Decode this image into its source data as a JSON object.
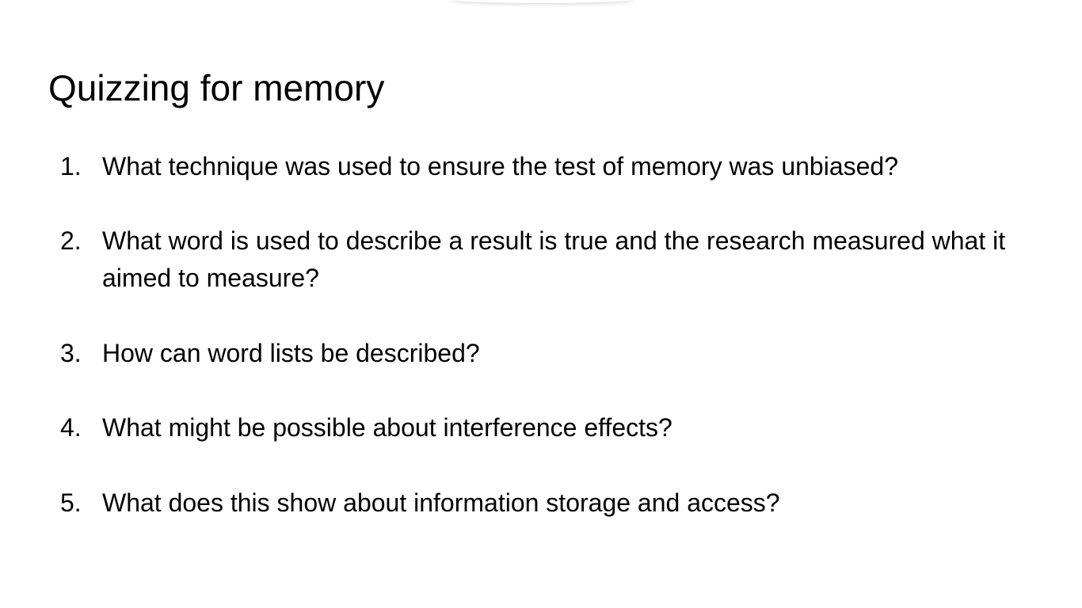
{
  "slide": {
    "title": "Quizzing for memory",
    "questions": [
      {
        "number": "1.",
        "text": "What technique was used to ensure the test of memory was unbiased?"
      },
      {
        "number": "2.",
        "text": "What word is used to describe a result is true and the research measured what it aimed to measure?"
      },
      {
        "number": "3.",
        "text": "How can word lists be described?"
      },
      {
        "number": "4.",
        "text": "What might be possible about interference effects?"
      },
      {
        "number": "5.",
        "text": "What does this show about information storage and access?"
      }
    ]
  }
}
